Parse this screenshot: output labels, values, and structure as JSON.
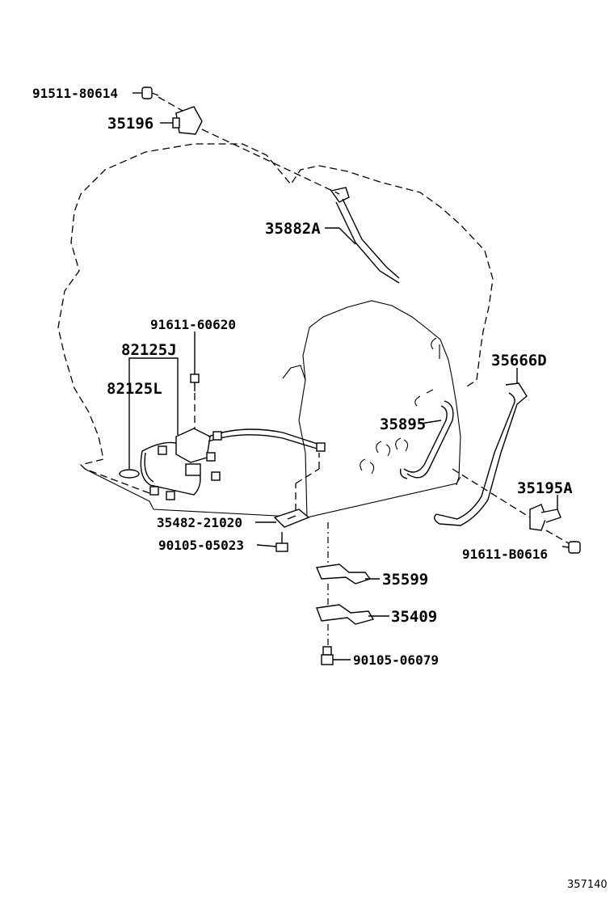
{
  "parts": [
    {
      "id": "p91511",
      "number": "91511-80614"
    },
    {
      "id": "p35196",
      "number": "35196"
    },
    {
      "id": "p35882",
      "number": "35882A"
    },
    {
      "id": "p91611a",
      "number": "91611-60620"
    },
    {
      "id": "p82125j",
      "number": "82125J"
    },
    {
      "id": "p82125l",
      "number": "82125L"
    },
    {
      "id": "p35666",
      "number": "35666D"
    },
    {
      "id": "p35895",
      "number": "35895"
    },
    {
      "id": "p35195",
      "number": "35195A"
    },
    {
      "id": "p91611b",
      "number": "91611-B0616"
    },
    {
      "id": "p35482",
      "number": "35482-21020"
    },
    {
      "id": "p90105a",
      "number": "90105-05023"
    },
    {
      "id": "p35599",
      "number": "35599"
    },
    {
      "id": "p35409",
      "number": "35409"
    },
    {
      "id": "p90105b",
      "number": "90105-06079"
    }
  ],
  "diagram_ref": "357140"
}
